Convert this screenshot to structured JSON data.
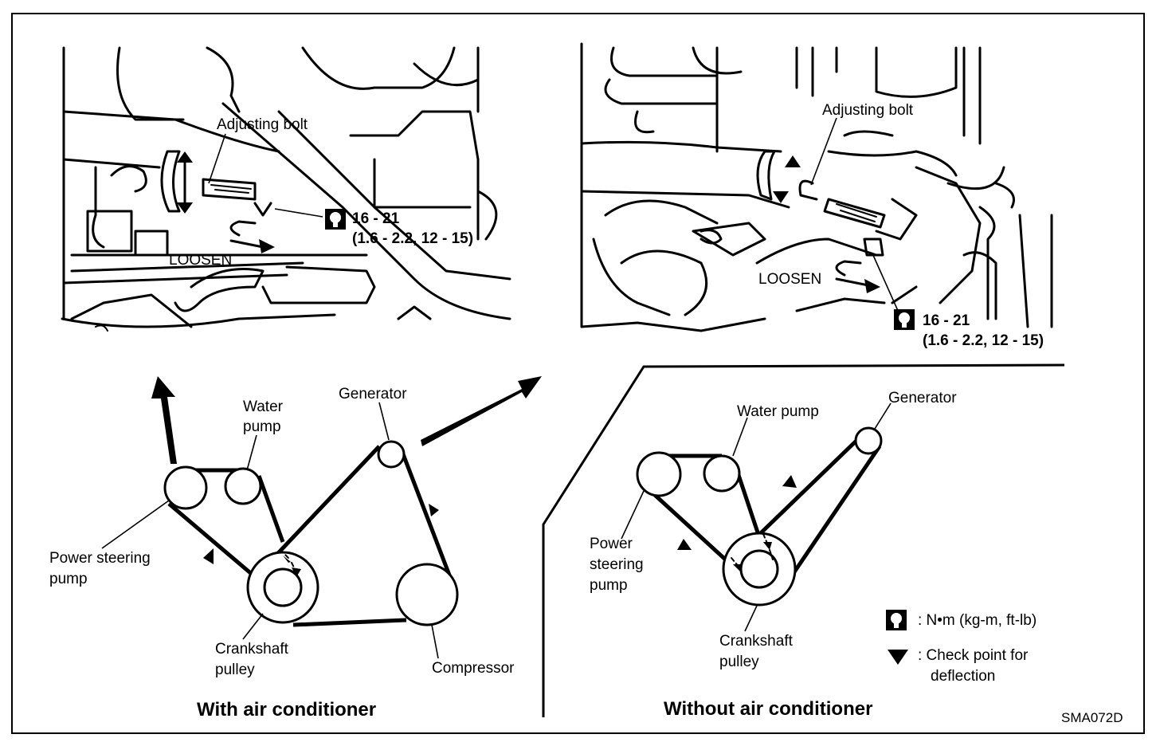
{
  "top_left": {
    "adjusting_bolt": "Adjusting bolt",
    "torque_range": "16 - 21",
    "torque_alt": "(1.6 - 2.2, 12 - 15)",
    "loosen": "LOOSEN"
  },
  "top_right": {
    "adjusting_bolt": "Adjusting bolt",
    "torque_range": "16 - 21",
    "torque_alt": "(1.6 - 2.2, 12 - 15)",
    "loosen": "LOOSEN"
  },
  "with_ac": {
    "caption": "With air conditioner",
    "water_pump_1": "Water",
    "water_pump_2": "pump",
    "generator": "Generator",
    "power_steering_1": "Power steering",
    "power_steering_2": "pump",
    "crankshaft_1": "Crankshaft",
    "crankshaft_2": "pulley",
    "compressor": "Compressor"
  },
  "without_ac": {
    "caption": "Without air conditioner",
    "water_pump": "Water pump",
    "generator": "Generator",
    "power_steering_1": "Power",
    "power_steering_2": "steering",
    "power_steering_3": "pump",
    "crankshaft_1": "Crankshaft",
    "crankshaft_2": "pulley"
  },
  "legend": {
    "torque_units": ":  N•m  (kg-m,  ft-lb)",
    "check_point_1": ":  Check point for",
    "check_point_2": "deflection"
  },
  "figure_code": "SMA072D"
}
